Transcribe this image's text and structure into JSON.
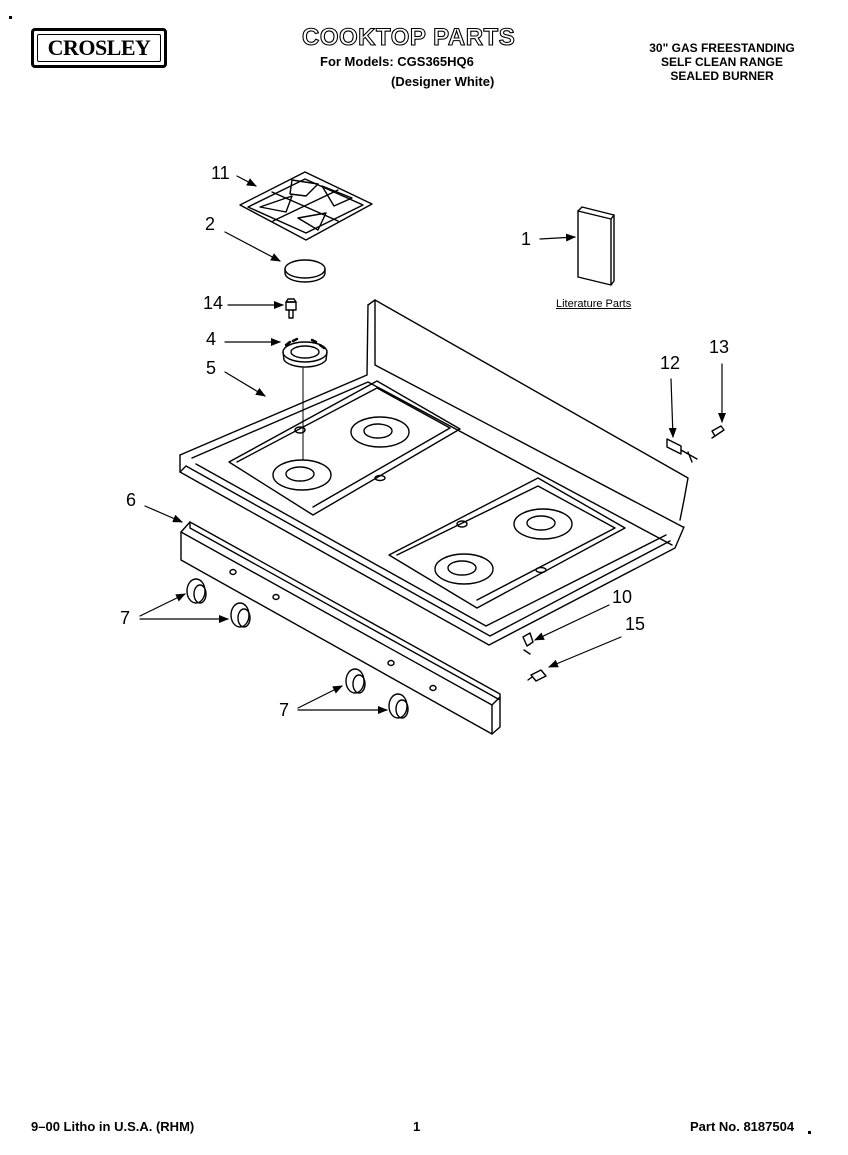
{
  "header": {
    "brand": "CROSLEY",
    "title": "COOKTOP PARTS",
    "models_line": "For Models: CGS365HQ6",
    "models_variant": "(Designer White)",
    "description": [
      "30\" GAS FREESTANDING",
      "SELF CLEAN RANGE",
      "SEALED BURNER"
    ]
  },
  "diagram": {
    "literature_label": "Literature Parts",
    "callouts": {
      "c11": "11",
      "c2": "2",
      "c14": "14",
      "c4": "4",
      "c5": "5",
      "c1": "1",
      "c12": "12",
      "c13": "13",
      "c6": "6",
      "c7a": "7",
      "c7b": "7",
      "c10": "10",
      "c15": "15"
    }
  },
  "footer": {
    "litho": "9–00 Litho in U.S.A. (RHM)",
    "page": "1",
    "part_no": "Part No. 8187504"
  }
}
